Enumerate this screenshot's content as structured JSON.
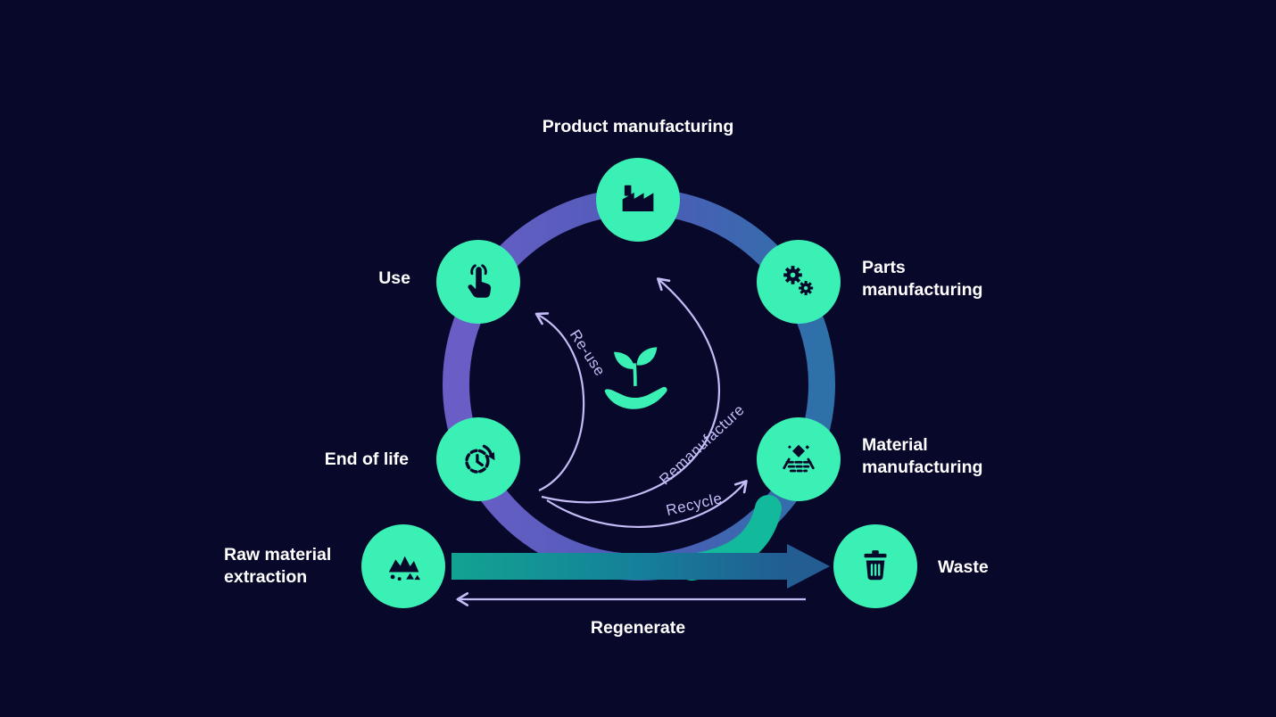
{
  "title": "Circular economy lifecycle diagram",
  "palette": {
    "background": "#08082a",
    "node_fill": "#3bf0b4",
    "icon_on_node": "#08082a",
    "ring_gradient_left": "#6a5ec6",
    "ring_gradient_right": "#2e71a9",
    "linear_bar_teal": "#12a391",
    "linear_bar_blue": "#215d92",
    "recycle_swoosh": "#12b99b",
    "flow_arrow": "#c3bcf5",
    "label_text": "#ffffff"
  },
  "nodes": [
    {
      "id": "product-manufacturing",
      "label": "Product manufacturing",
      "icon": "factory-icon"
    },
    {
      "id": "use",
      "label": "Use",
      "icon": "tap-finger-icon"
    },
    {
      "id": "parts-manufacturing",
      "label": "Parts manufacturing",
      "icon": "gears-icon"
    },
    {
      "id": "end-of-life",
      "label": "End of life",
      "icon": "clock-cycle-icon"
    },
    {
      "id": "material-manufacturing",
      "label": "Material manufacturing",
      "icon": "material-processing-icon"
    },
    {
      "id": "raw-material-extraction",
      "label": "Raw material extraction",
      "icon": "ore-extraction-icon"
    },
    {
      "id": "waste",
      "label": "Waste",
      "icon": "trash-bin-icon"
    }
  ],
  "flows": {
    "reuse": "Re-use",
    "remanufacture": "Remanufacture",
    "recycle": "Recycle",
    "regenerate": "Regenerate"
  },
  "center": {
    "icon": "seedling-in-hand-icon"
  }
}
